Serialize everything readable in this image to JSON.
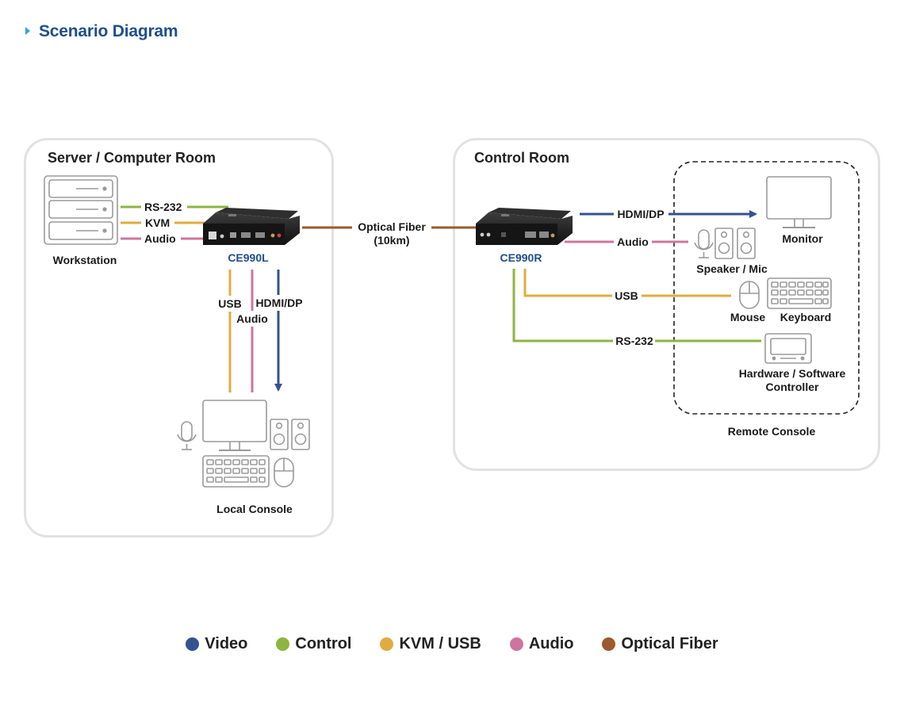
{
  "header": {
    "title": "Scenario Diagram"
  },
  "rooms": {
    "server": {
      "title": "Server / Computer Room"
    },
    "control": {
      "title": "Control Room"
    }
  },
  "devices": {
    "workstation": "Workstation",
    "transmitter": "CE990L",
    "receiver": "CE990R",
    "local_console": "Local Console",
    "monitor": "Monitor",
    "speaker_mic": "Speaker / Mic",
    "mouse": "Mouse",
    "keyboard": "Keyboard",
    "controller_line1": "Hardware / Software",
    "controller_line2": "Controller",
    "remote_console": "Remote Console"
  },
  "links": {
    "rs232_left": "RS-232",
    "kvm_left": "KVM",
    "audio_left": "Audio",
    "usb_down": "USB",
    "audio_down": "Audio",
    "hdmi_down": "HDMI/DP",
    "fiber_line1": "Optical Fiber",
    "fiber_line2": "(10km)",
    "hdmi_right": "HDMI/DP",
    "audio_right": "Audio",
    "usb_right": "USB",
    "rs232_right": "RS-232"
  },
  "colors": {
    "video": "#34528f",
    "control": "#8db53f",
    "kvm": "#e1ab3f",
    "audio": "#d0749f",
    "fiber": "#9b5a2f",
    "icon_gray": "#9a9a9a"
  },
  "legend": [
    {
      "label": "Video",
      "color": "#34528f"
    },
    {
      "label": "Control",
      "color": "#8db53f"
    },
    {
      "label": "KVM / USB",
      "color": "#e1ab3f"
    },
    {
      "label": "Audio",
      "color": "#d0749f"
    },
    {
      "label": "Optical Fiber",
      "color": "#9b5a2f"
    }
  ]
}
